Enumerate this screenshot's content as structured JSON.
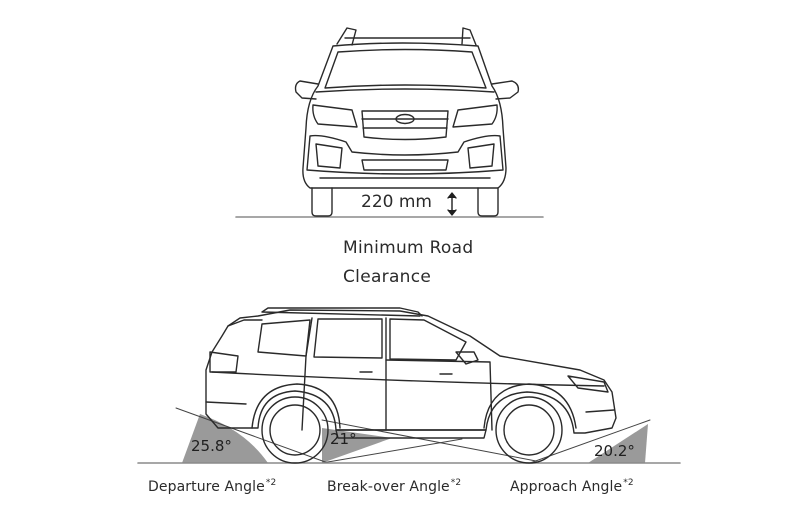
{
  "front_view": {
    "clearance_value": "220 mm",
    "caption_line1": "Minimum Road",
    "caption_line2": "Clearance"
  },
  "side_view": {
    "departure_angle": "25.8°",
    "breakover_angle": "21°",
    "approach_angle": "20.2°",
    "departure_label": "Departure Angle",
    "breakover_label": "Break-over Angle",
    "approach_label": "Approach Angle",
    "footnote_mark": "*2"
  },
  "colors": {
    "line": "#2a2a2a",
    "wedge_fill": "#9a9a9a",
    "ground": "#8a8a8a"
  }
}
